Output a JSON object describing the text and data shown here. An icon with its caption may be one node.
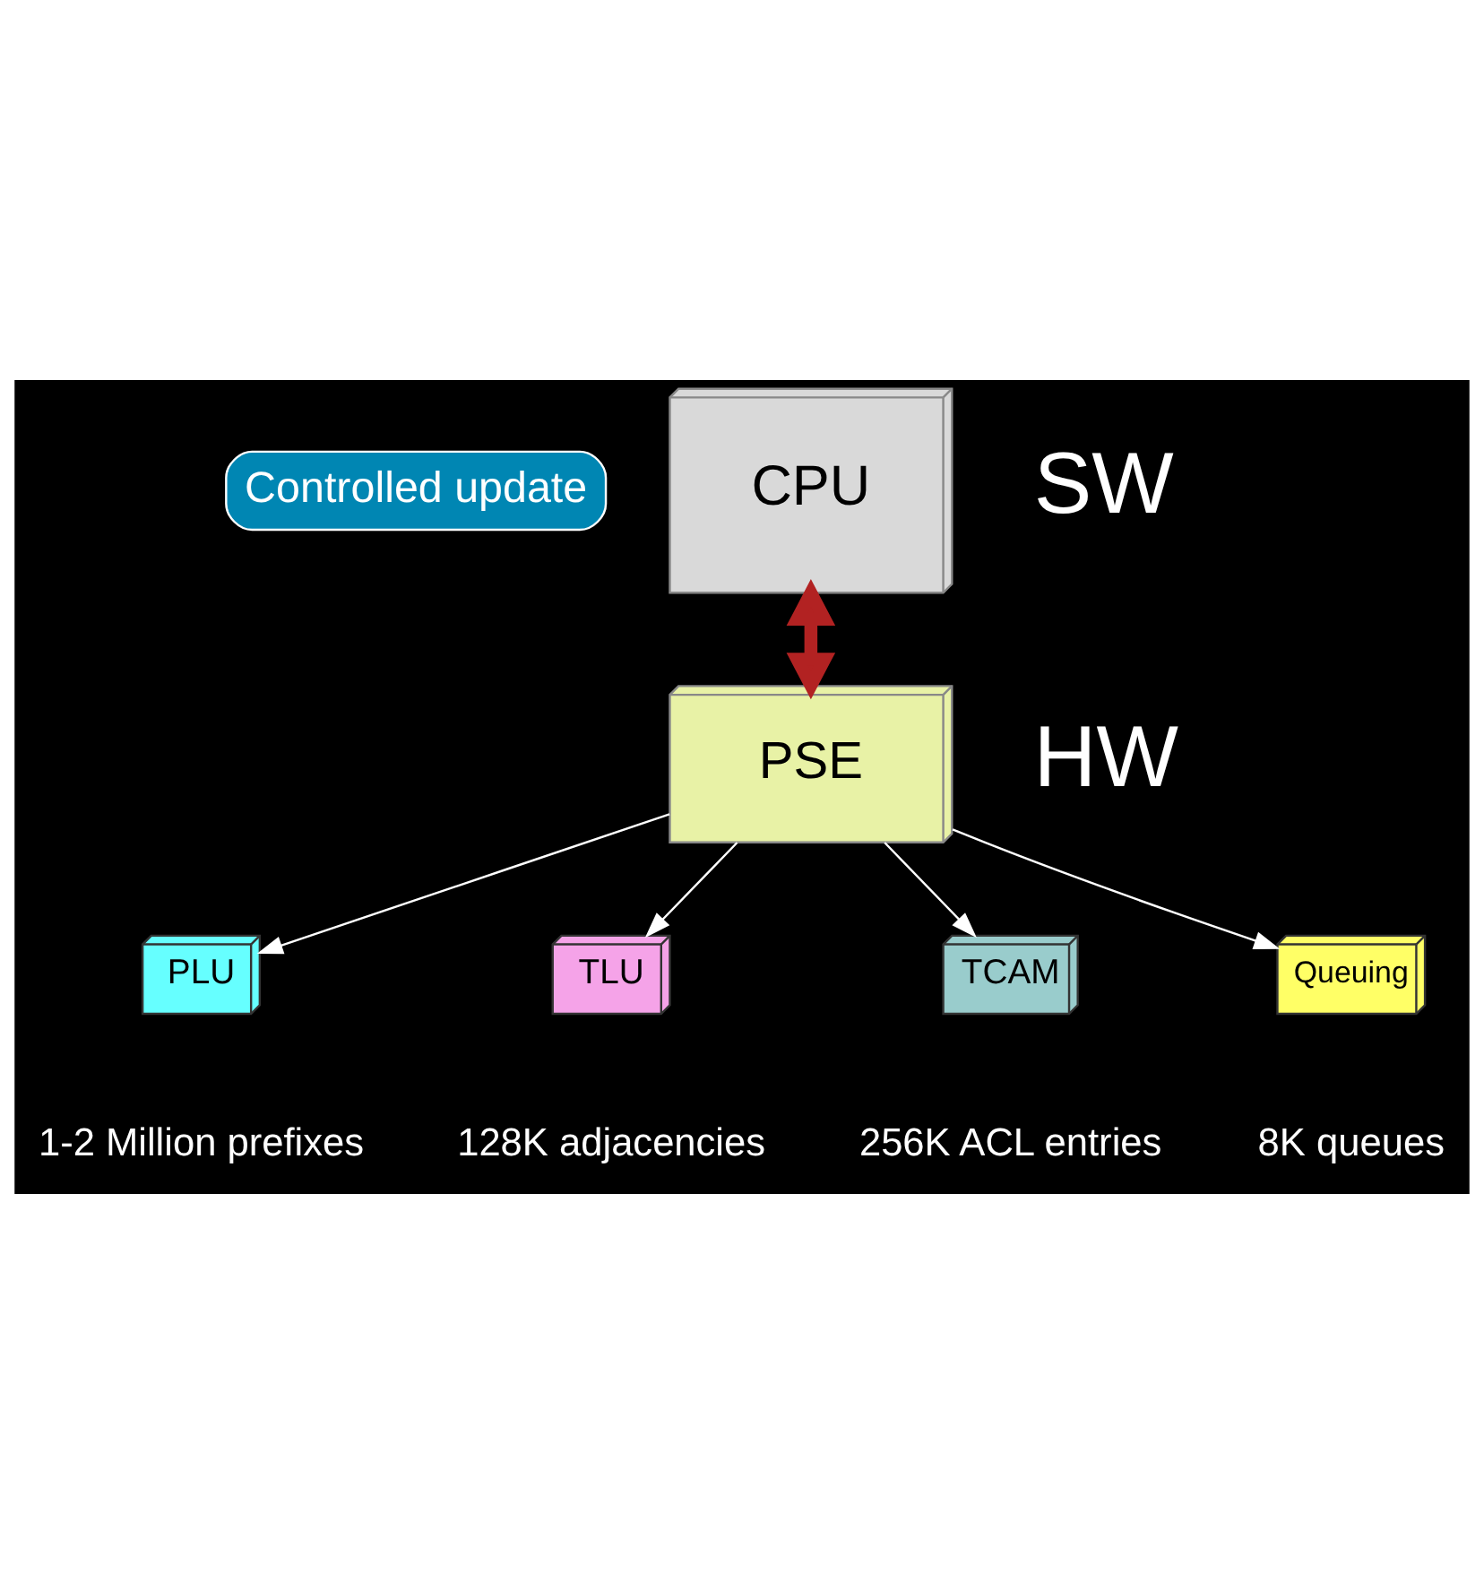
{
  "diagram": {
    "nodes": [
      {
        "text": [
          "Controlled update"
        ]
      },
      {
        "text": [
          "CPU"
        ]
      },
      {
        "text": [
          "PSE"
        ]
      },
      {
        "text": [
          "PLU"
        ],
        "beside": [
          "1-2 Million prefixes"
        ]
      },
      {
        "text": [
          "TLU"
        ],
        "beside": [
          "128K adjacencies"
        ]
      },
      {
        "text": [
          "TCAM"
        ],
        "beside": [
          "256K ACL entries"
        ]
      },
      {
        "text": [
          "Queuing"
        ],
        "beside": [
          "8K queues"
        ]
      }
    ],
    "edges": [
      {
        "from": 1,
        "to": 2,
        "arrow": "both",
        "style": "thick",
        "color": "#b22222"
      },
      {
        "from": 2,
        "to": 3,
        "arrow": "to"
      },
      {
        "from": 2,
        "to": 4,
        "arrow": "to"
      },
      {
        "from": 2,
        "to": 5,
        "arrow": "to"
      },
      {
        "from": 2,
        "to": 6,
        "arrow": "to"
      }
    ],
    "labels": [
      "SW",
      "HW"
    ]
  }
}
